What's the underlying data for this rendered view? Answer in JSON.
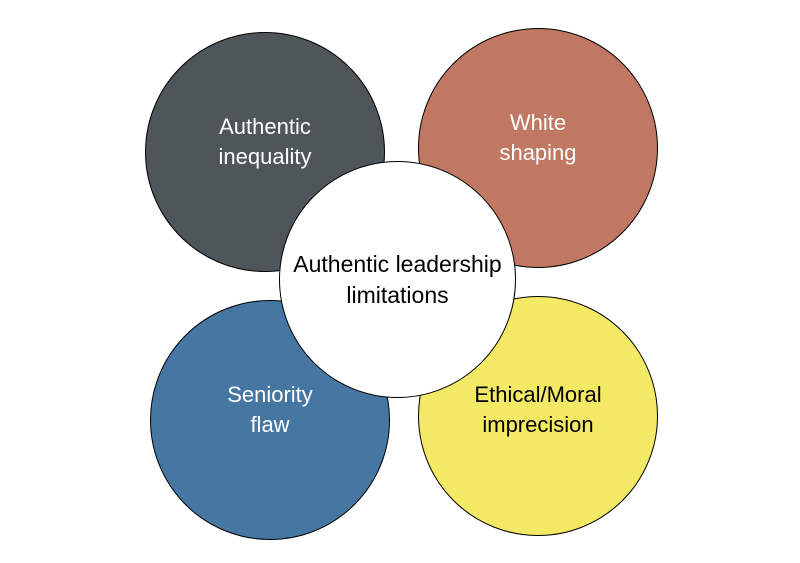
{
  "diagram": {
    "center": {
      "label": "Authentic leadership\nlimitations",
      "color": "#ffffff",
      "text_color": "#000000"
    },
    "nodes": [
      {
        "id": "top-left",
        "label": "Authentic\ninequality",
        "color": "#4f5659",
        "text_color": "#ffffff"
      },
      {
        "id": "top-right",
        "label": "White\nshaping",
        "color": "#c07862",
        "text_color": "#ffffff"
      },
      {
        "id": "bottom-left",
        "label": "Seniority\nflaw",
        "color": "#4677a3",
        "text_color": "#ffffff"
      },
      {
        "id": "bottom-right",
        "label": "Ethical/Moral\nimprecision",
        "color": "#f3e964",
        "text_color": "#000000"
      }
    ]
  }
}
